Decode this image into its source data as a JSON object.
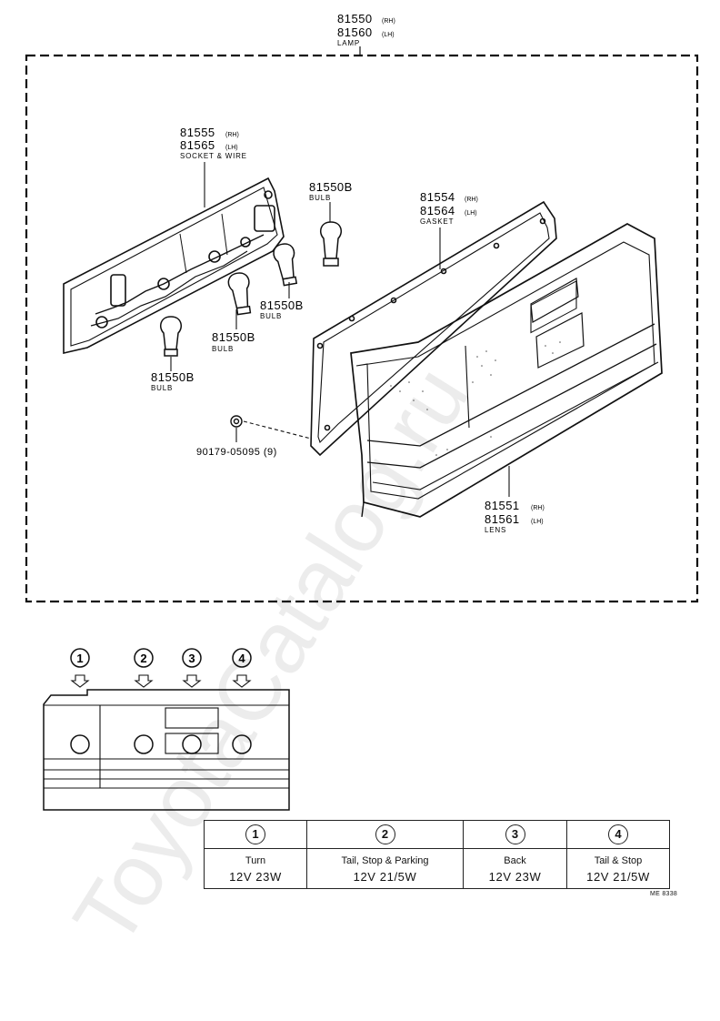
{
  "callouts": {
    "lamp": {
      "rh": "81550",
      "rh_sfx": "(RH)",
      "lh": "81560",
      "lh_sfx": "(LH)",
      "name": "LAMP"
    },
    "socket": {
      "rh": "81555",
      "rh_sfx": "(RH)",
      "lh": "81565",
      "lh_sfx": "(LH)",
      "name": "SOCKET & WIRE"
    },
    "gasket": {
      "rh": "81554",
      "rh_sfx": "(RH)",
      "lh": "81564",
      "lh_sfx": "(LH)",
      "name": "GASKET"
    },
    "lens": {
      "rh": "81551",
      "rh_sfx": "(RH)",
      "lh": "81561",
      "lh_sfx": "(LH)",
      "name": "LENS"
    },
    "bulb1": {
      "pn": "81550B",
      "name": "BULB"
    },
    "bulb2": {
      "pn": "81550B",
      "name": "BULB"
    },
    "bulb3": {
      "pn": "81550B",
      "name": "BULB"
    },
    "bulb4": {
      "pn": "81550B",
      "name": "BULB"
    },
    "nut": {
      "pn": "90179-05095 (9)"
    }
  },
  "position_markers": [
    "1",
    "2",
    "3",
    "4"
  ],
  "bulb_table": [
    {
      "num": "1",
      "function": "Turn",
      "wattage": "12V 23W"
    },
    {
      "num": "2",
      "function": "Tail, Stop & Parking",
      "wattage": "12V 21/5W"
    },
    {
      "num": "3",
      "function": "Back",
      "wattage": "12V 23W"
    },
    {
      "num": "4",
      "function": "Tail & Stop",
      "wattage": "12V 21/5W"
    }
  ],
  "ref_code": "ME 8338",
  "watermark": "ToyotaCatalog.ru"
}
